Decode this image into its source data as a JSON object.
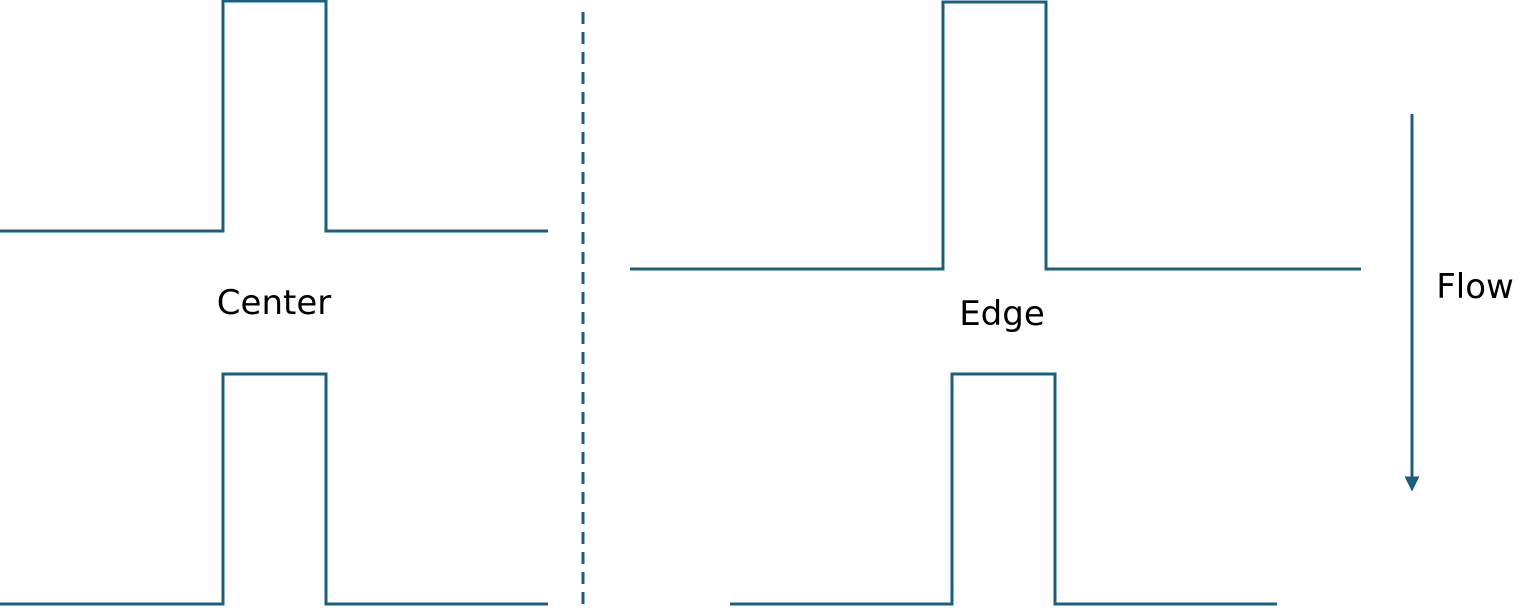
{
  "colors": {
    "line": "#1b5f7e",
    "text": "#000000",
    "background": "#ffffff"
  },
  "labels": {
    "center": "Center",
    "edge": "Edge",
    "flow": "Flow"
  }
}
